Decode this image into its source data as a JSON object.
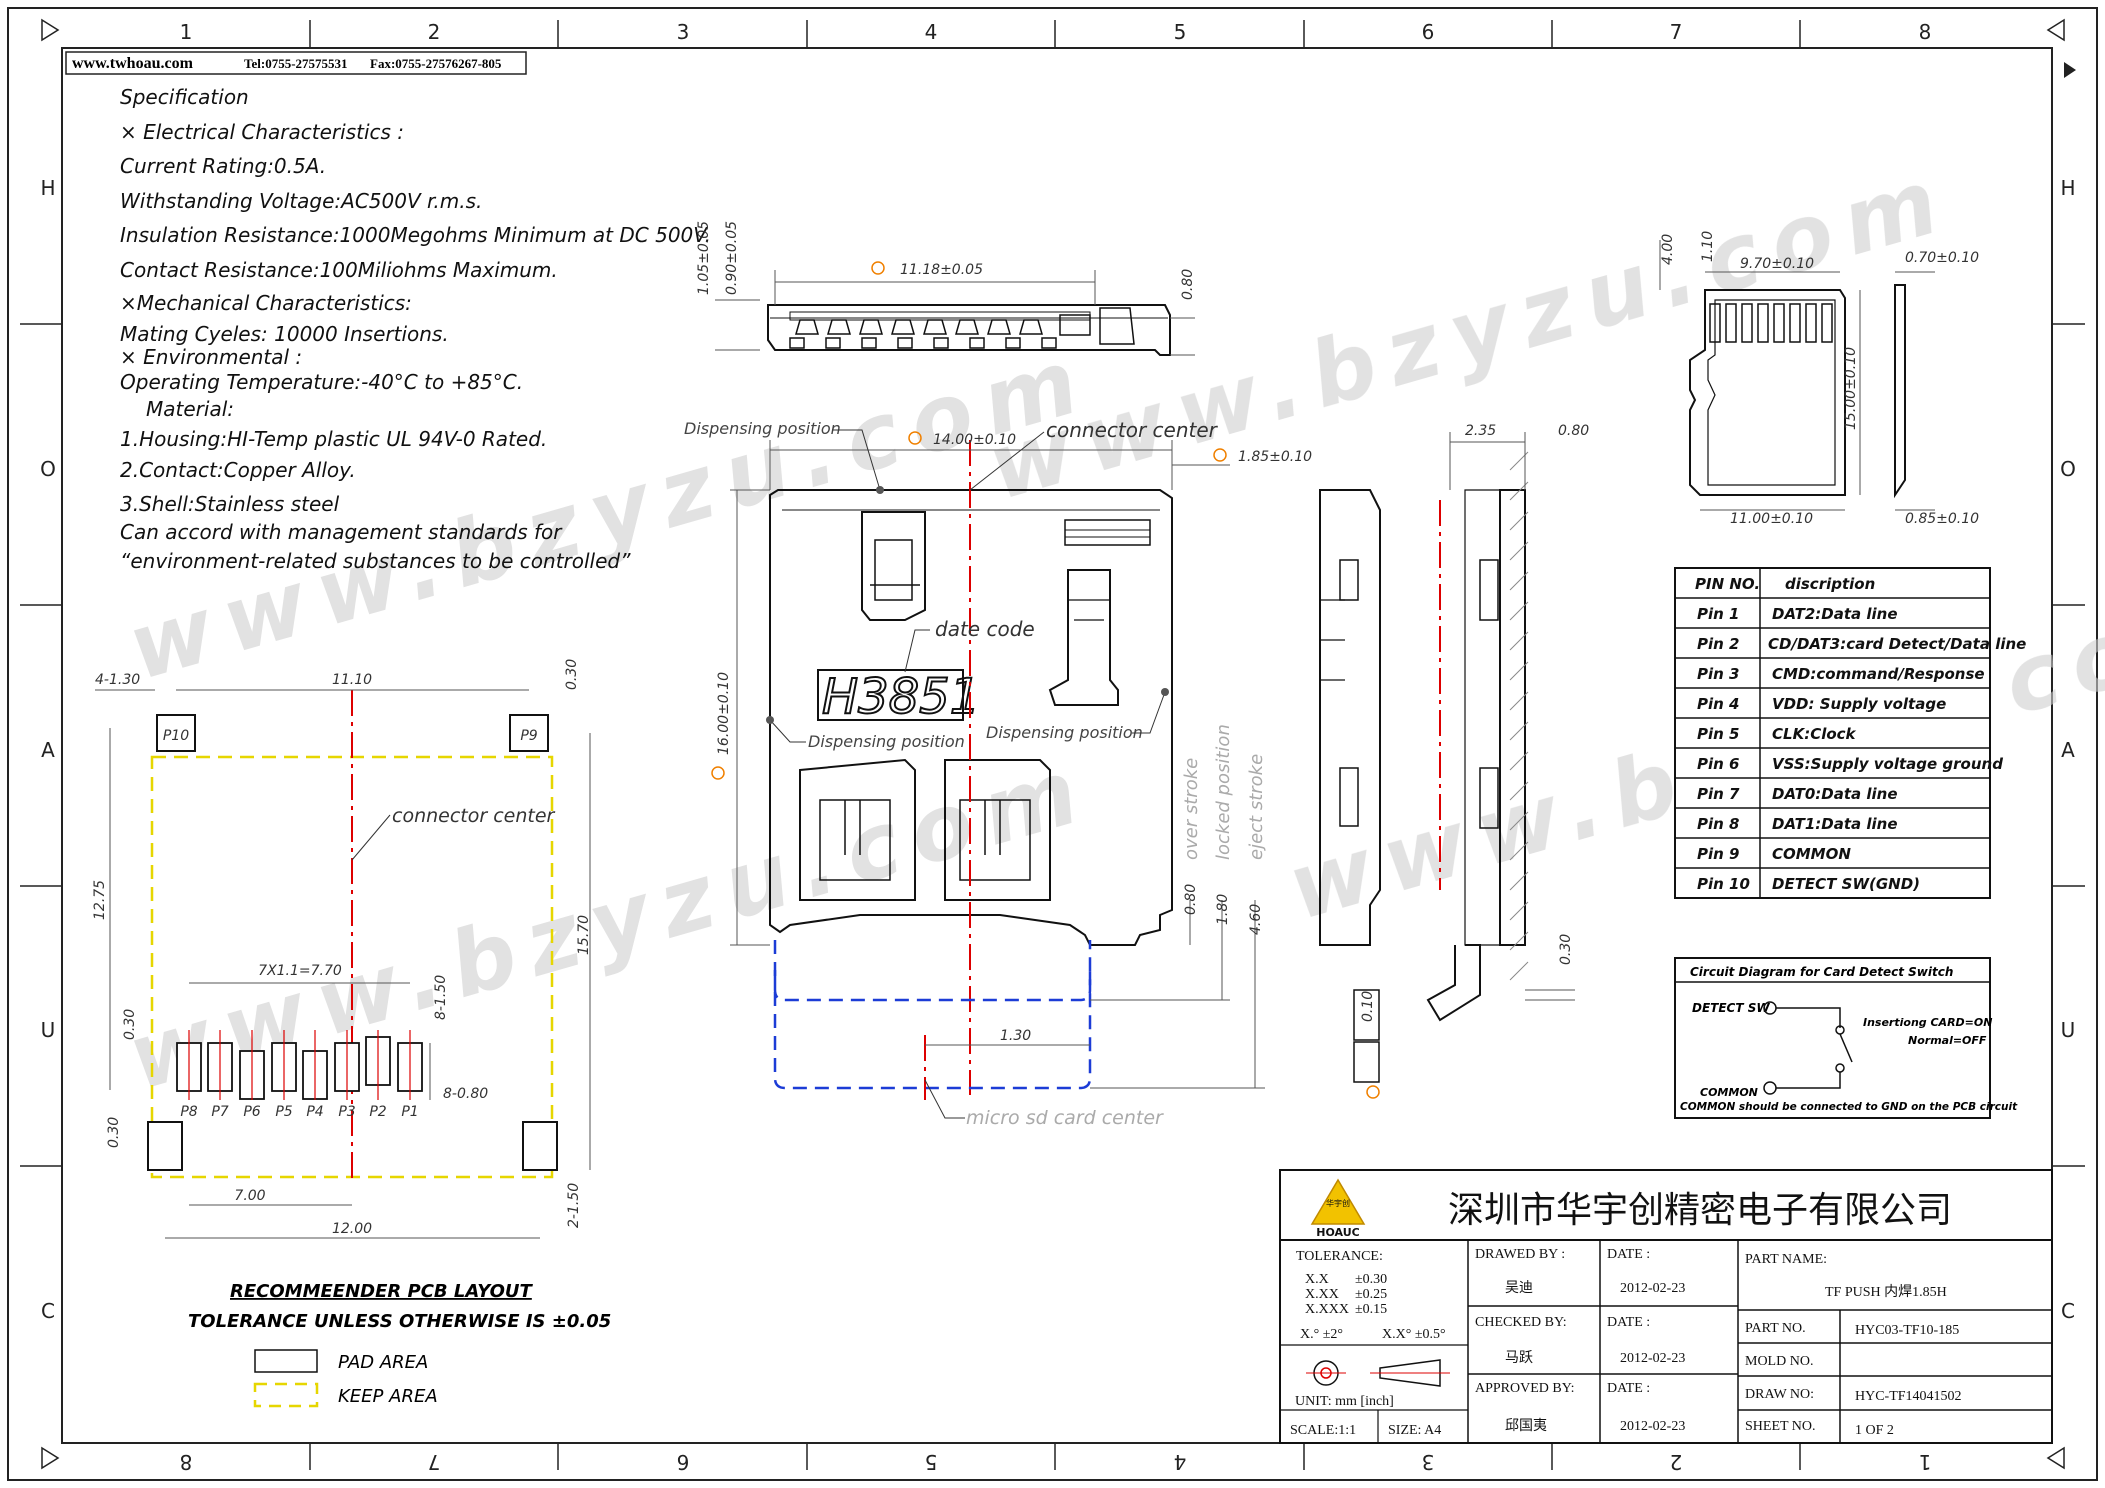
{
  "header": {
    "website": "www.twhoau.com",
    "tel": "Tel:0755-27575531",
    "fax": "Fax:0755-27576267-805"
  },
  "grid": {
    "cols_top": [
      "1",
      "2",
      "3",
      "4",
      "5",
      "6",
      "7",
      "8"
    ],
    "cols_bottom": [
      "8",
      "7",
      "6",
      "5",
      "4",
      "3",
      "2",
      "1"
    ],
    "rows_left": [
      "H",
      "O",
      "A",
      "U",
      "C"
    ],
    "rows_right": [
      "H",
      "O",
      "A",
      "U",
      "C"
    ]
  },
  "specification": {
    "title": "Specification",
    "electrical": "×  Electrical Characteristics :",
    "current": "Current Rating:0.5A.",
    "voltage": "Withstanding Voltage:AC500V r.m.s.",
    "insulation": "Insulation Resistance:1000Megohms Minimum at DC 500V.",
    "contact": "Contact Resistance:100Miliohms Maximum.",
    "mechanical": "×Mechanical Characteristics:",
    "mating": "Mating Cyeles: 10000 Insertions.",
    "environmental": "×  Environmental :",
    "temperature": "Operating Temperature:-40°C to +85°C.",
    "material": "Material:",
    "housing": "1.Housing:HI-Temp plastic UL 94V-0 Rated.",
    "contact_mat": "2.Contact:Copper Alloy.",
    "shell": "3.Shell:Stainless steel",
    "accord": "Can accord with management standards for",
    "env_sub": "“environment-related substances to be controlled”"
  },
  "watermark": "www.bzyzu.com",
  "pcb": {
    "dims": {
      "d1": "4-1.30",
      "d2": "11.10",
      "d3": "0.30",
      "d4": "12.75",
      "d5": "15.70",
      "d6": "7X1.1=7.70",
      "d7": "8-1.50",
      "d8": "0.30",
      "d9": "8-0.80",
      "d10": "0.30",
      "d11": "7.00",
      "d12": "12.00",
      "d13": "2-1.50"
    },
    "pads": [
      "P8",
      "P7",
      "P6",
      "P5",
      "P4",
      "P3",
      "P2",
      "P1"
    ],
    "p9": "P9",
    "p10": "P10",
    "connector_center": "connector center",
    "layout_title": "RECOMMEENDER PCB LAYOUT",
    "tolerance": "TOLERANCE UNLESS OTHERWISE IS ±0.05",
    "pad_area": "PAD AREA",
    "keep_area": "KEEP AREA"
  },
  "side_view": {
    "d1": "1.05±0.05",
    "d2": "0.90±0.05",
    "d3": "11.18±0.05",
    "d4": "0.80"
  },
  "top_view": {
    "dispensing1": "Dispensing position",
    "dispensing2": "Dispensing position",
    "dispensing3": "Dispensing position",
    "width": "14.00±0.10",
    "connector_center": "connector center",
    "offset": "1.85±0.10",
    "date_code_label": "date code",
    "date_code": "H3851",
    "height": "16.00±0.10",
    "over_stroke": "over stroke",
    "locked_position": "locked position",
    "eject_stroke": "eject stroke",
    "d_over": "0.80",
    "d_locked": "1.80",
    "d_eject": "4.60",
    "d_130": "1.30",
    "micro_center": "micro sd card center"
  },
  "right_side": {
    "d1": "2.35",
    "d2": "0.80",
    "d3": "0.30",
    "d4": "0.10"
  },
  "card": {
    "d1": "4.00",
    "d2": "1.10",
    "d3": "9.70±0.10",
    "d4": "0.70±0.10",
    "d5": "15.00±0.10",
    "d6": "11.00±0.10",
    "d7": "0.85±0.10"
  },
  "pin_table": {
    "header": [
      "PIN NO.",
      "discription"
    ],
    "rows": [
      [
        "Pin 1",
        "DAT2:Data line"
      ],
      [
        "Pin 2",
        "CD/DAT3:card Detect/Data line"
      ],
      [
        "Pin 3",
        "CMD:command/Response"
      ],
      [
        "Pin 4",
        "VDD: Supply voltage"
      ],
      [
        "Pin 5",
        "CLK:Clock"
      ],
      [
        "Pin 6",
        "VSS:Supply voltage ground"
      ],
      [
        "Pin 7",
        "DAT0:Data line"
      ],
      [
        "Pin 8",
        "DAT1:Data line"
      ],
      [
        "Pin 9",
        "COMMON"
      ],
      [
        "Pin 10",
        "DETECT SW(GND)"
      ]
    ]
  },
  "circuit": {
    "title": "Circuit Diagram for Card Detect Switch",
    "detect": "DETECT SW",
    "insert": "Insertiong CARD=ON",
    "normal": "Normal=OFF",
    "common": "COMMON",
    "note": "COMMON should be connected to GND on the PCB circuit"
  },
  "title_block": {
    "company": "深圳市华宇创精密电子有限公司",
    "logo_text": "HOAUC",
    "logo_top": "华宇创",
    "tolerance_label": "TOLERANCE:",
    "tol_x": "X.X",
    "tol_x_val": "±0.30",
    "tol_xx": "X.XX",
    "tol_xx_val": "±0.25",
    "tol_xxx": "X.XXX",
    "tol_xxx_val": "±0.15",
    "tol_ang1": "X.° ±2°",
    "tol_ang2": "X.X° ±0.5°",
    "unit": "UNIT:  mm [inch]",
    "scale": "SCALE:1:1",
    "size": "SIZE: A4",
    "drawn_by_label": "DRAWED BY :",
    "drawn_by": "吴迪",
    "checked_by_label": "CHECKED BY:",
    "checked_by": "马跃",
    "approved_by_label": "APPROVED BY:",
    "approved_by": "邱国夷",
    "date_label": "DATE :",
    "date1": "2012-02-23",
    "date2": "2012-02-23",
    "date3": "2012-02-23",
    "part_name_label": "PART NAME:",
    "part_name": "TF PUSH 内焊1.85H",
    "part_no_label": "PART NO.",
    "part_no": "HYC03-TF10-185",
    "mold_no_label": "MOLD NO.",
    "mold_no": "",
    "draw_no_label": "DRAW NO:",
    "draw_no": "HYC-TF14041502",
    "sheet_label": "SHEET NO.",
    "sheet": "1 OF 2"
  }
}
